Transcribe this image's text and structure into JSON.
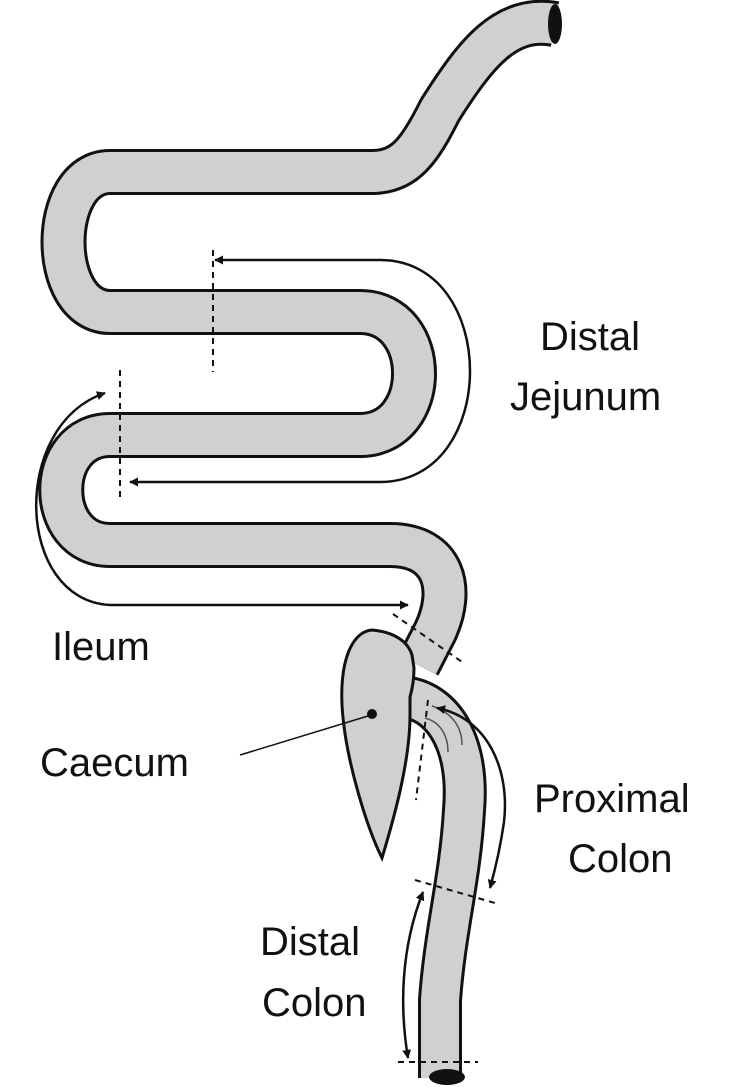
{
  "labels": {
    "distal_jejunum_line1": "Distal",
    "distal_jejunum_line2": "Jejunum",
    "ileum": "Ileum",
    "caecum": "Caecum",
    "proximal_colon_line1": "Proximal",
    "proximal_colon_line2": "Colon",
    "distal_colon_line1": "Distal",
    "distal_colon_line2": "Colon"
  },
  "colors": {
    "tube_fill": "#d0d0d0",
    "outline": "#111111",
    "background": "#ffffff"
  }
}
